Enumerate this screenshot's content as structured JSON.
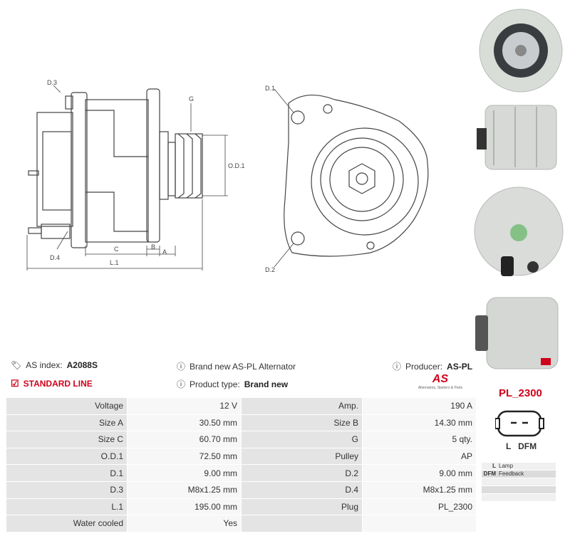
{
  "header": {
    "as_index_label": "AS index:",
    "as_index_value": "A2088S",
    "standard_line": "STANDARD LINE",
    "brand_text": "Brand new AS-PL Alternator",
    "product_type_label": "Product type:",
    "product_type_value": "Brand new",
    "producer_label": "Producer:",
    "producer_value": "AS-PL",
    "logo_text": "AS",
    "logo_tagline": "Alternators, Starters & Parts"
  },
  "drawing_labels": {
    "d3": "D.3",
    "d4": "D.4",
    "g": "G",
    "od1": "O.D.1",
    "b": "B",
    "c": "C",
    "a": "A",
    "l1": "L.1",
    "d1": "D.1",
    "d2": "D.2"
  },
  "specs": [
    {
      "l1": "Voltage",
      "v1": "12 V",
      "l2": "Amp.",
      "v2": "190 A"
    },
    {
      "l1": "Size A",
      "v1": "30.50 mm",
      "l2": "Size B",
      "v2": "14.30 mm"
    },
    {
      "l1": "Size C",
      "v1": "60.70 mm",
      "l2": "G",
      "v2": "5 qty."
    },
    {
      "l1": "O.D.1",
      "v1": "72.50 mm",
      "l2": "Pulley",
      "v2": "AP"
    },
    {
      "l1": "D.1",
      "v1": "9.00 mm",
      "l2": "D.2",
      "v2": "9.00 mm"
    },
    {
      "l1": "D.3",
      "v1": "M8x1.25 mm",
      "l2": "D.4",
      "v2": "M8x1.25 mm"
    },
    {
      "l1": "L.1",
      "v1": "195.00 mm",
      "l2": "Plug",
      "v2": "PL_2300"
    },
    {
      "l1": "Water cooled",
      "v1": "Yes",
      "l2": "",
      "v2": ""
    }
  ],
  "plug": {
    "name": "PL_2300",
    "pins": "L   DFM",
    "legend": [
      {
        "key": "L",
        "desc": "Lamp"
      },
      {
        "key": "DFM",
        "desc": "Feedback"
      },
      {
        "key": "",
        "desc": ""
      },
      {
        "key": "",
        "desc": ""
      },
      {
        "key": "",
        "desc": ""
      }
    ]
  },
  "colors": {
    "accent": "#d0021b",
    "label_bg": "#e4e4e4",
    "value_bg": "#f7f7f7"
  }
}
